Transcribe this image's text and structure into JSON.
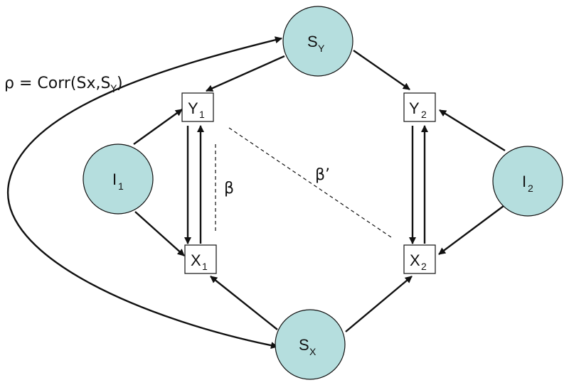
{
  "nodes": {
    "sy": {
      "main": "S",
      "sub": "Y"
    },
    "sx": {
      "main": "S",
      "sub": "X"
    },
    "i1": {
      "main": "I",
      "sub": "1"
    },
    "i2": {
      "main": "I",
      "sub": "2"
    },
    "y1": {
      "main": "Y",
      "sub": "1"
    },
    "y2": {
      "main": "Y",
      "sub": "2"
    },
    "x1": {
      "main": "X",
      "sub": "1"
    },
    "x2": {
      "main": "X",
      "sub": "2"
    }
  },
  "labels": {
    "rho_main": "ρ = Corr(Sx,S",
    "rho_sub": "Y",
    "rho_close": ")",
    "beta": "β",
    "beta_prime": "β’"
  },
  "colors": {
    "circle_fill": "#b5dede",
    "stroke": "#111111"
  }
}
